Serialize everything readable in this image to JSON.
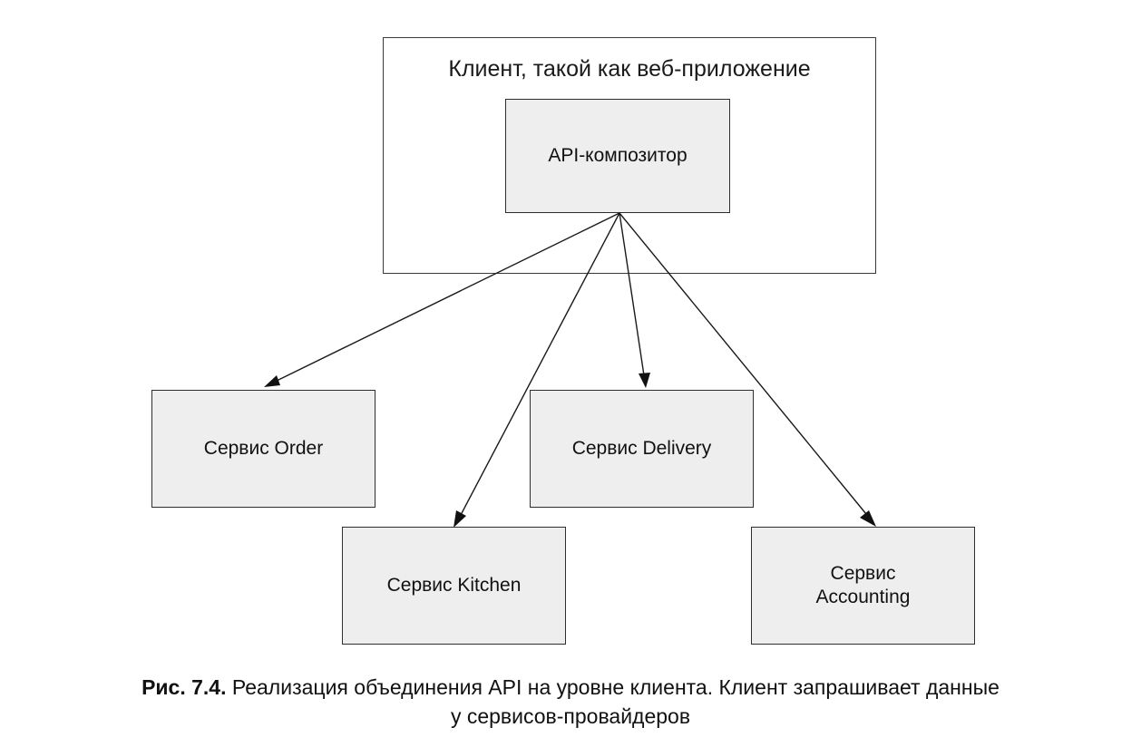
{
  "client": {
    "title": "Клиент, такой как веб-приложение"
  },
  "composer": {
    "label": "API-композитор"
  },
  "services": [
    {
      "label": "Сервис Order"
    },
    {
      "label": "Сервис Delivery"
    },
    {
      "label": "Сервис Kitchen"
    },
    {
      "label": "Сервис\nAccounting"
    }
  ],
  "caption": {
    "figure_number": "Рис. 7.4.",
    "text": "Реализация объединения API на уровне клиента. Клиент запрашивает данные",
    "text_line2": "у сервисов-провайдеров"
  },
  "colors": {
    "box_fill": "#eeeeee",
    "line": "#1a1a1a"
  }
}
